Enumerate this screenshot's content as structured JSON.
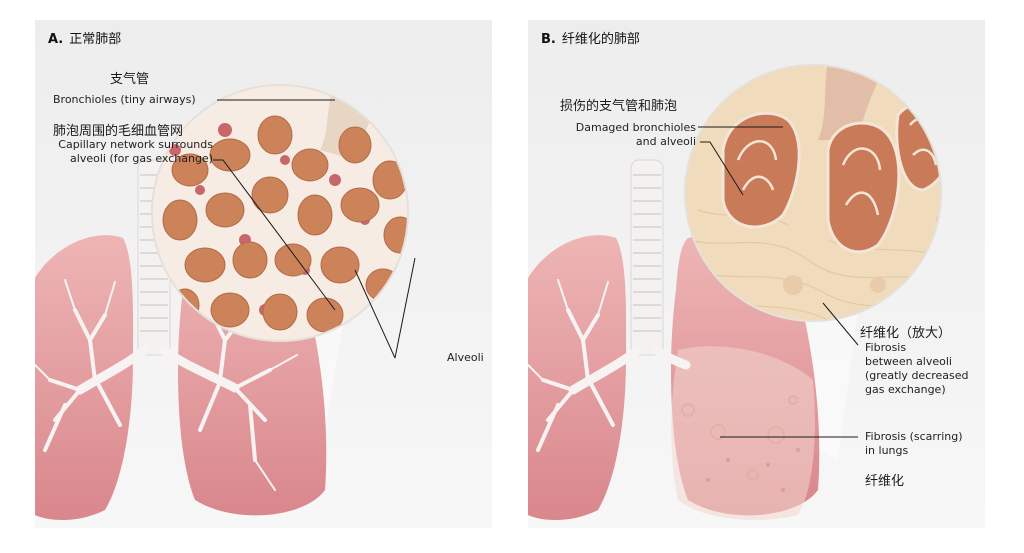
{
  "panel_a": {
    "letter": "A.",
    "title": "正常肺部",
    "bronchioles_cn": "支气管",
    "bronchioles_en": "Bronchioles (tiny airways)",
    "capillary_cn": "肺泡周围的毛细血管网",
    "capillary_en_1": "Capillary network surrounds",
    "capillary_en_2": "alveoli (for gas exchange)",
    "alveoli_en": "Alveoli"
  },
  "panel_b": {
    "letter": "B.",
    "title": "纤维化的肺部",
    "damaged_cn": "损伤的支气管和肺泡",
    "damaged_en_1": "Damaged bronchioles",
    "damaged_en_2": "and alveoli",
    "zoom_cn": "纤维化（放大）",
    "fibrosis_alveoli_1": "Fibrosis",
    "fibrosis_alveoli_2": "between alveoli",
    "fibrosis_alveoli_3": "(greatly decreased",
    "fibrosis_alveoli_4": "gas exchange)",
    "scarring_en_1": "Fibrosis (scarring)",
    "scarring_en_2": "in lungs",
    "scarring_cn": "纤维化"
  },
  "colors": {
    "lung": "#e9a3a3",
    "lung_dark": "#d27d82",
    "alveolus": "#c9805a",
    "capillary": "#b83a45",
    "airway": "#f5eeea",
    "fibrosis": "#f0dcbc"
  }
}
